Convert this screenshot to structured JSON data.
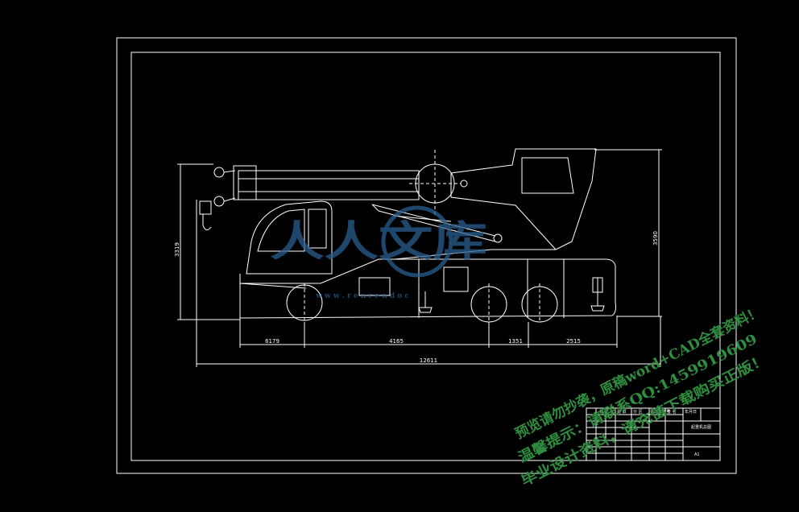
{
  "drawing": {
    "dimensions": {
      "overall_height": "3319",
      "cab_height": "3590",
      "front_overhang": "6179",
      "wheelbase_1": "4165",
      "tandem_spacing": "1351",
      "rear_overhang": "2515",
      "overall_length": "12611"
    },
    "title_block": {
      "headers": [
        "标 记",
        "处 数",
        "分 区",
        "更改文件号",
        "签 名",
        "年月日"
      ],
      "part_name": "起重机总图",
      "sheet_size": "A1"
    }
  },
  "watermarks": {
    "logo_text": "人人文库",
    "logo_url": "w w w . r e n r e n d o c",
    "line1": "预览请勿抄袭，原稿word+CAD全套资料！",
    "line2": "温馨提示：请联系QQ:1459919609",
    "line3": "毕业设计资料，请充值下载购买正版！"
  },
  "colors": {
    "background": "#000000",
    "lines": "#ffffff",
    "watermark_green": "#2f8f3f",
    "logo_blue": "#2a5f8f"
  }
}
